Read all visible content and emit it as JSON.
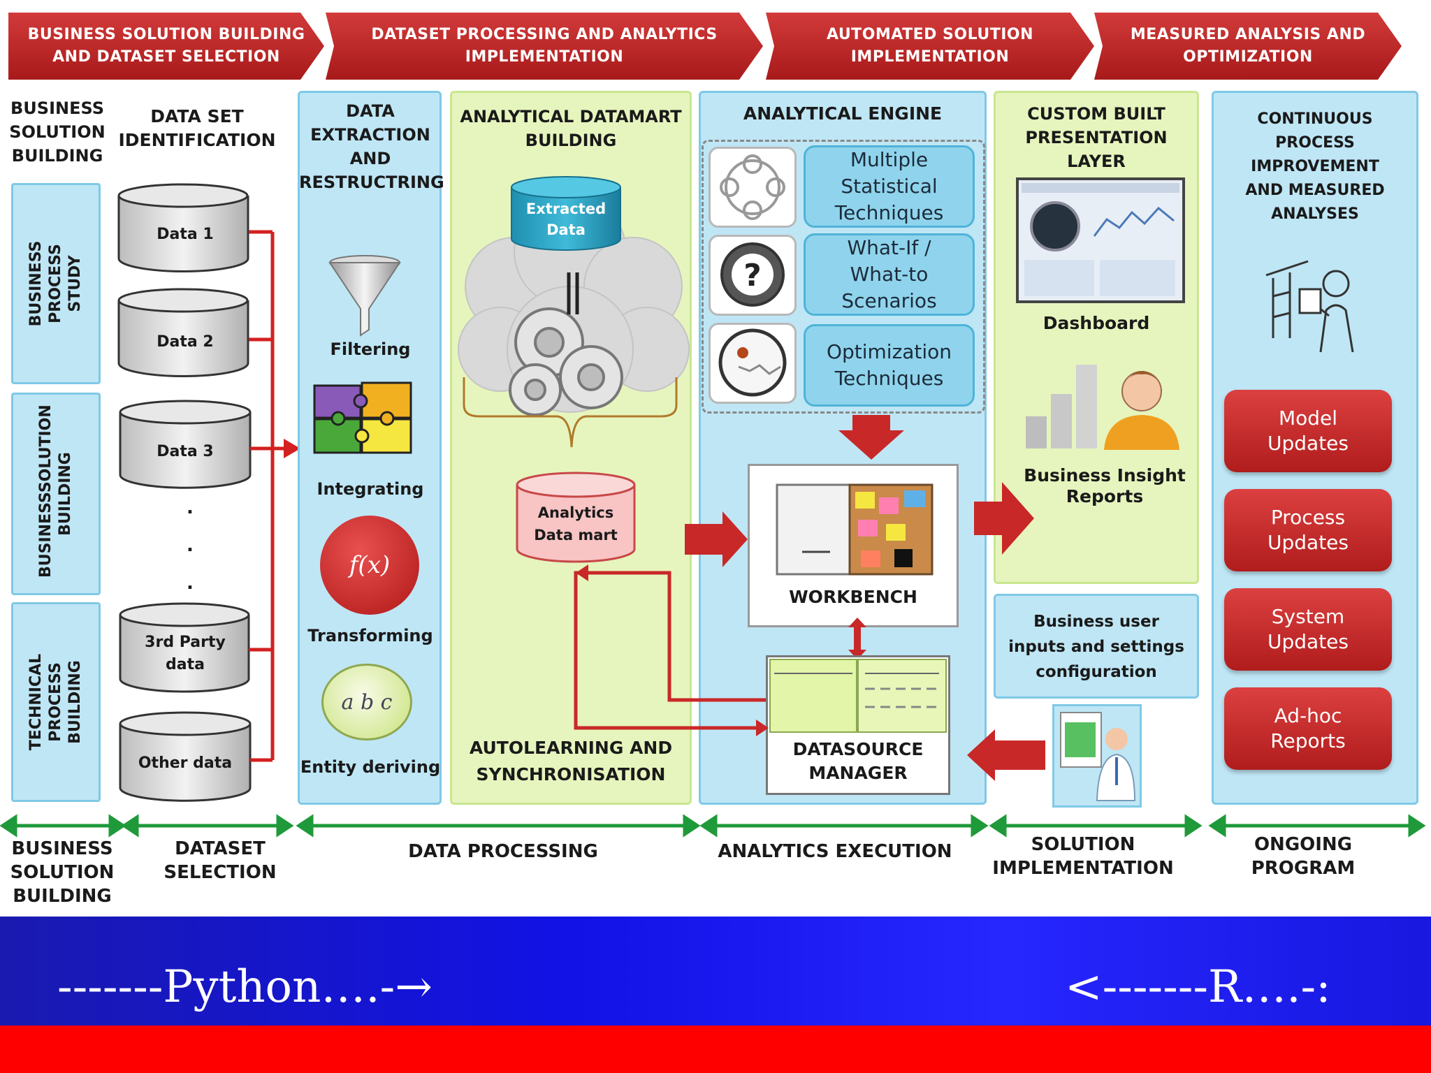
{
  "phases": [
    "BUSINESS SOLUTION BUILDING\nAND DATASET SELECTION",
    "DATASET PROCESSING AND ANALYTICS\nIMPLEMENTATION",
    "AUTOMATED SOLUTION\nIMPLEMENTATION",
    "MEASURED ANALYSIS AND\nOPTIMIZATION"
  ],
  "business": {
    "title": "BUSINESS\nSOLUTION\nBUILDING",
    "tabs": [
      "BUSINESS PROCESS\nSTUDY",
      "BUSINESSSOLUTION\nBUILDING",
      "TECHNICAL PROCESS\nBUILDING"
    ]
  },
  "dataset": {
    "title": "DATA SET\nIDENTIFICATION",
    "items": [
      "Data 1",
      "Data 2",
      "Data 3",
      "3rd Party\ndata",
      "Other data"
    ],
    "dots": ".\n.\n."
  },
  "extraction": {
    "title": "DATA\nEXTRACTION\nAND\nRESTRUCTRING",
    "steps": [
      "Filtering",
      "Integrating",
      "Transforming",
      "Entity deriving"
    ],
    "fx": "f(x)",
    "abc": "a b c"
  },
  "datamart": {
    "title": "ANALYTICAL DATAMART\nBUILDING",
    "extracted": "Extracted\nData",
    "analytics": "Analytics\nData mart",
    "footer": "AUTOLEARNING AND\nSYNCHRONISATION"
  },
  "engine": {
    "title": "ANALYTICAL ENGINE",
    "techniques": [
      "Multiple\nStatistical\nTechniques",
      "What-If /\nWhat-to\nScenarios",
      "Optimization\nTechniques"
    ],
    "workbench": "WORKBENCH",
    "datasource": "DATASOURCE\nMANAGER"
  },
  "presentation": {
    "title": "CUSTOM BUILT\nPRESENTATION\nLAYER",
    "dashboard": "Dashboard",
    "reports": "Business Insight\nReports",
    "inputs": "Business user\ninputs and settings\nconfiguration"
  },
  "ongoing": {
    "title": "CONTINUOUS\nPROCESS\nIMPROVEMENT\nAND MEASURED\nANALYSES",
    "buttons": [
      "Model\nUpdates",
      "Process\nUpdates",
      "System\nUpdates",
      "Ad-hoc\nReports"
    ]
  },
  "footer": [
    "BUSINESS\nSOLUTION\nBUILDING",
    "DATASET\nSELECTION",
    "DATA PROCESSING",
    "ANALYTICS EXECUTION",
    "SOLUTION\nIMPLEMENTATION",
    "ONGOING\nPROGRAM"
  ],
  "bottom": {
    "python": "-------Python….-→",
    "r": "<-------R….-:"
  },
  "colors": {
    "banner_red": "#c02626",
    "panel_blue": "#bfe6f5",
    "panel_green": "#e6f5bd",
    "arrow_green": "#1f9a3a",
    "band_blue": "#1414e6",
    "band_red": "#ff0000"
  }
}
